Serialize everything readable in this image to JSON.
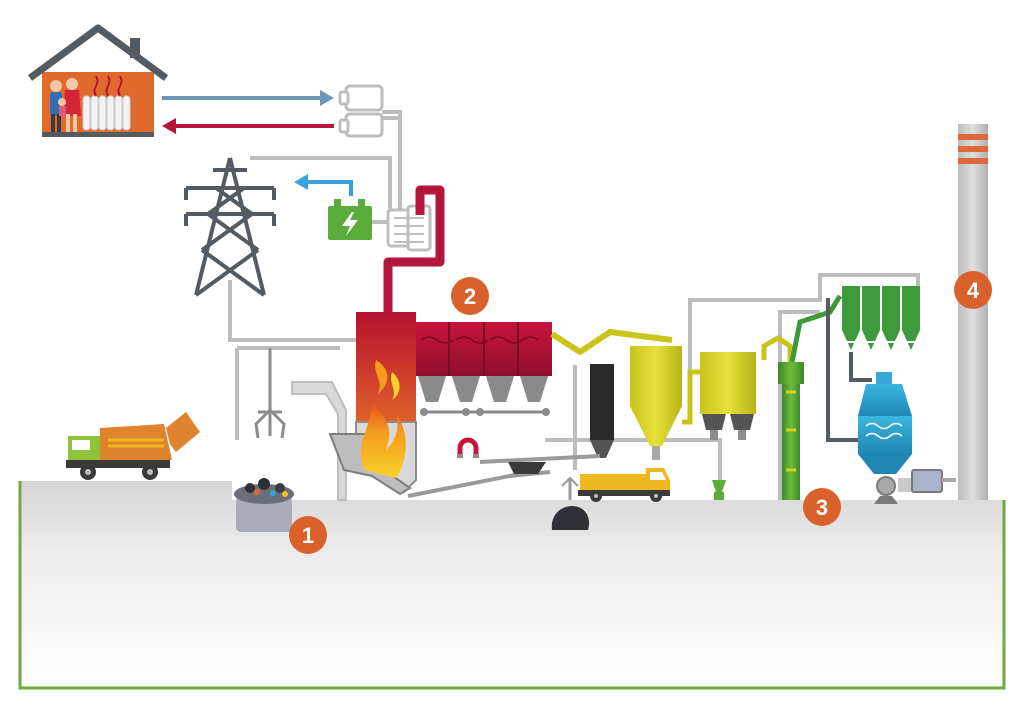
{
  "diagram": {
    "type": "waste-to-energy-plant",
    "markers": [
      {
        "id": "1",
        "label": "1",
        "color": "#d9612b"
      },
      {
        "id": "2",
        "label": "2",
        "color": "#d9612b"
      },
      {
        "id": "3",
        "label": "3",
        "color": "#d9612b"
      },
      {
        "id": "4",
        "label": "4",
        "color": "#d9612b"
      }
    ],
    "colors": {
      "house": "#e06a2d",
      "roof": "#545b63",
      "pipe_gray": "#bdbdbd",
      "hot_flow": "#b3163a",
      "cold_flow": "#6f96b8",
      "power_arrow": "#3aa1e0",
      "battery": "#5aad3a",
      "furnace": "#c8143c",
      "boiler": "#a8102f",
      "filter_yellow": "#d8d21a",
      "scrubber_green": "#4b9a2f",
      "silo_green": "#3c9a3a",
      "reactor_blue": "#3aa7d6",
      "stack": "#c9c9c9",
      "stack_band": "#de6a3a",
      "ground_border": "#6aad3c",
      "truck_orange": "#e0832d",
      "truck_cab_green": "#8fc33a",
      "dump_truck_yellow": "#f0b820"
    },
    "icons": [
      "house-icon",
      "radiator-icon",
      "family-icon",
      "electricity-pylon-icon",
      "battery-icon",
      "turbine-icon",
      "garbage-truck-icon",
      "crane-claw-icon",
      "waste-bunker-icon",
      "magnet-icon",
      "ash-pile-icon",
      "dump-truck-icon",
      "chimney-icon"
    ]
  }
}
